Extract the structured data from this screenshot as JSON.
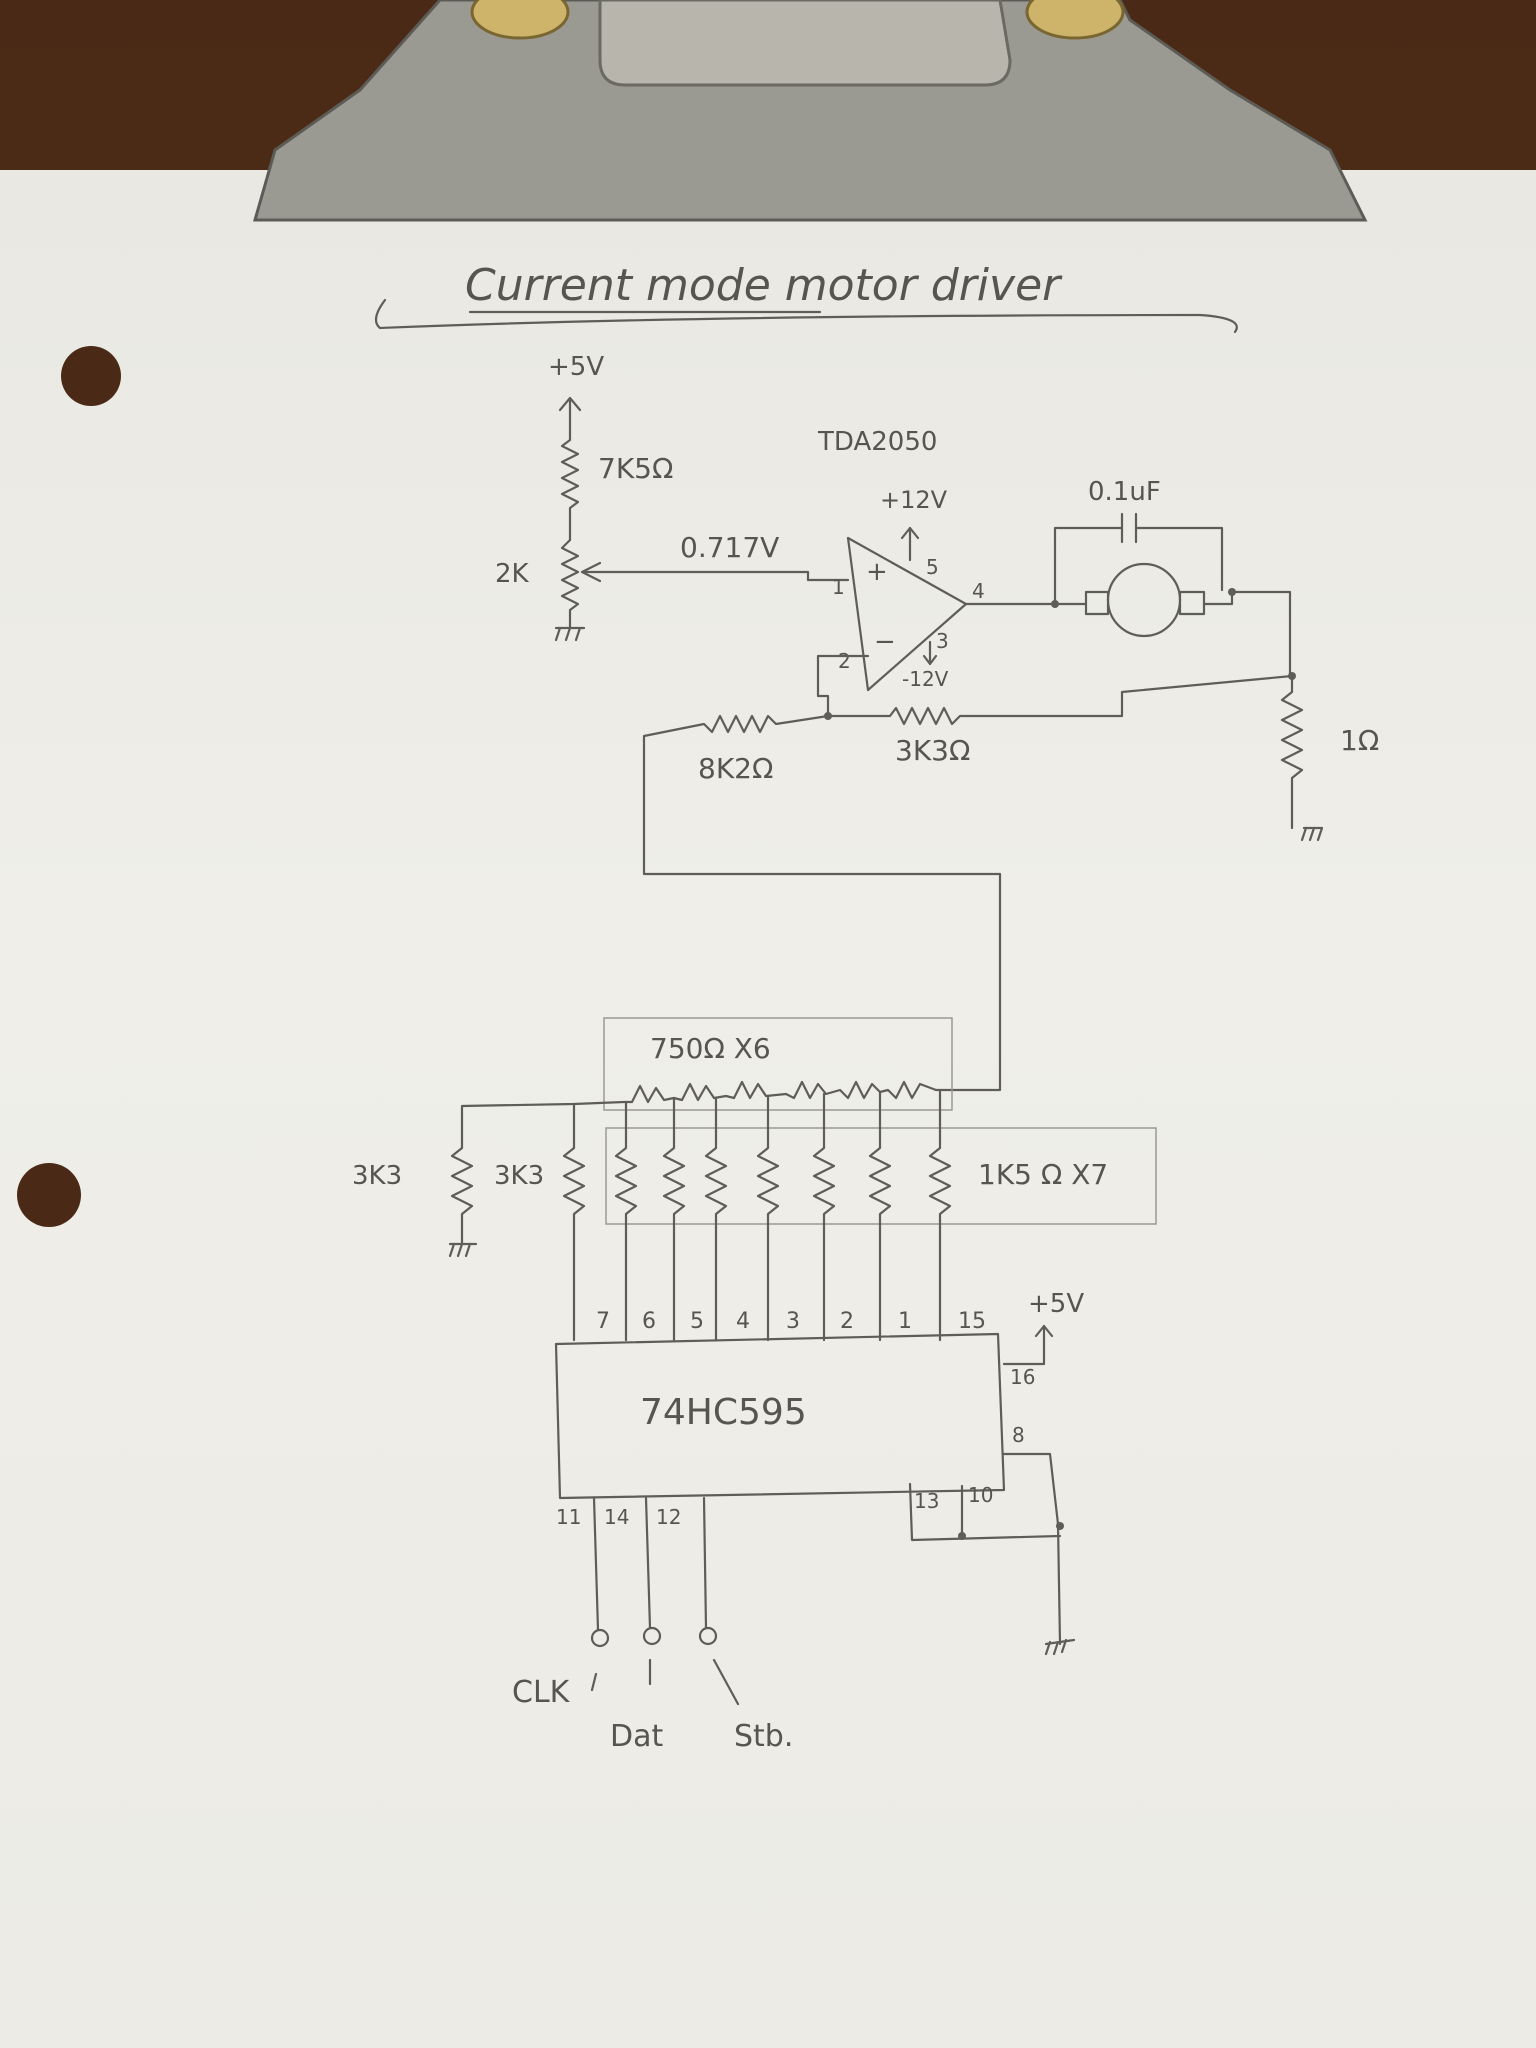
{
  "title": "Current mode motor driver",
  "labels": {
    "supply_top": "+5V",
    "r_top": "7K5Ω",
    "pot": "2K",
    "ref_voltage": "0.717V",
    "amp_part": "TDA2050",
    "amp_pos_supply": "+12V",
    "amp_neg_supply": "-12V",
    "cap": "0.1uF",
    "r_in": "8K2Ω",
    "r_fb": "3K3Ω",
    "r_sense": "1Ω",
    "ladder_series": "750Ω X6",
    "r_3k3_a": "3K3",
    "r_3k3_b": "3K3",
    "ladder_shunt": "1K5 Ω X7",
    "ic_part": "74HC595",
    "ic_vcc": "+5V",
    "sig_clk": "CLK",
    "sig_dat": "Dat",
    "sig_stb": "Stb."
  },
  "amp_pins": {
    "in_pos": "1",
    "in_neg": "2",
    "neg_supply": "3",
    "out": "4",
    "pos_supply": "5",
    "plus": "+",
    "minus": "−"
  },
  "ic_pins": {
    "outputs": [
      "7",
      "6",
      "5",
      "4",
      "3",
      "2",
      "1",
      "15"
    ],
    "vcc": "16",
    "gnd": "8",
    "oe": "13",
    "mr": "10",
    "bottom": [
      "11",
      "14",
      "12"
    ]
  }
}
